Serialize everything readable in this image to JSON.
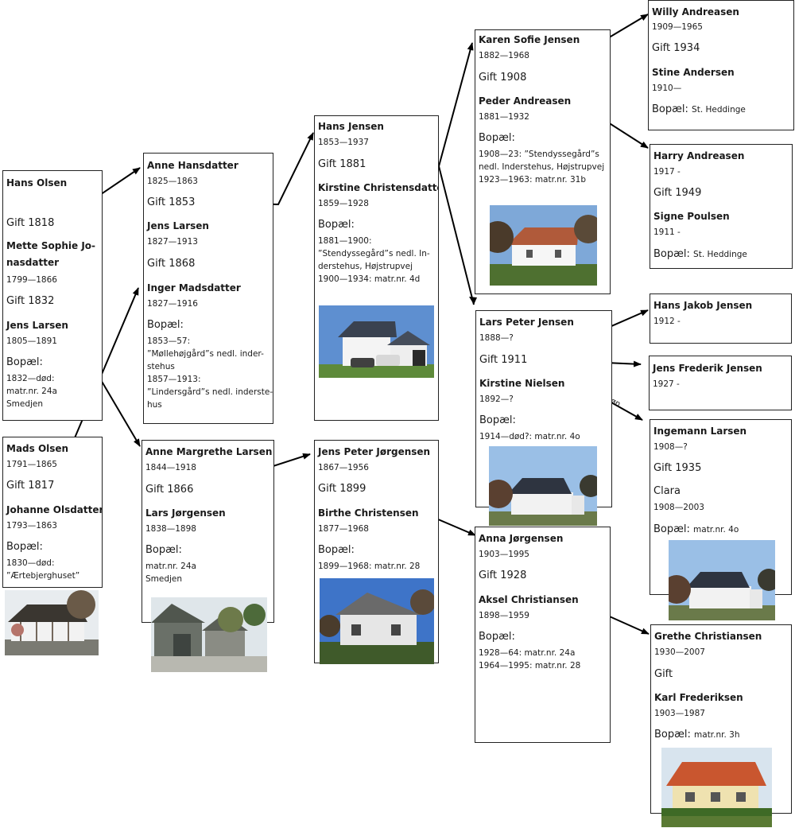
{
  "boxes": {
    "hans_olsen": {
      "p1": "Hans Olsen",
      "gift": "Gift 1818",
      "p2a": "Mette Sophie Jo-",
      "p2b": "nasdatter",
      "p2_dates": "1799—1866",
      "gift2": "Gift 1832",
      "p3": "Jens Larsen",
      "p3_dates": "1805—1891",
      "bopael": "Bopæl:",
      "residence": "1832—død:\nmatr.nr. 24a\nSmedjen"
    },
    "mads_olsen": {
      "p1": "Mads Olsen",
      "p1_dates": "1791—1865",
      "gift": "Gift 1817",
      "p2": "Johanne Olsdatter",
      "p2_dates": "1793—1863",
      "bopael": "Bopæl:",
      "residence": "1830—død:\n”Ærtebjerghuset”"
    },
    "anne_hansdatter": {
      "p1": "Anne Hansdatter",
      "p1_dates": "1825—1863",
      "gift": "Gift 1853",
      "p2": "Jens Larsen",
      "p2_dates": "1827—1913",
      "gift2": "Gift 1868",
      "p3": "Inger Madsdatter",
      "p3_dates": "1827—1916",
      "bopael": "Bopæl:",
      "residence": "1853—57:\n”Møllehøjgård”s nedl. inder-\nstehus\n1857—1913:\n”Lindersgård”s nedl. inderste-\nhus"
    },
    "anne_margrethe": {
      "p1": "Anne Margrethe Larsen",
      "p1_dates": "1844—1918",
      "gift": "Gift 1866",
      "p2": "Lars Jørgensen",
      "p2_dates": "1838—1898",
      "bopael": "Bopæl:",
      "residence": "matr.nr. 24a\nSmedjen"
    },
    "hans_jensen": {
      "p1": "Hans Jensen",
      "p1_dates": "1853—1937",
      "gift": "Gift 1881",
      "p2": "Kirstine Christensdatter",
      "p2_dates": "1859—1928",
      "bopael": "Bopæl:",
      "residence": "1881—1900:\n”Stendyssegård”s nedl. In-\nderstehus, Højstrupvej\n1900—1934: matr.nr. 4d"
    },
    "jens_peter": {
      "p1": "Jens Peter Jørgensen",
      "p1_dates": "1867—1956",
      "gift": "Gift 1899",
      "p2": "Birthe Christensen",
      "p2_dates": "1877—1968",
      "bopael": "Bopæl:",
      "residence": "1899—1968: matr.nr. 28"
    },
    "karen_sofie": {
      "p1": "Karen Sofie Jensen",
      "p1_dates": "1882—1968",
      "gift": "Gift 1908",
      "p2": "Peder Andreasen",
      "p2_dates": "1881—1932",
      "bopael": "Bopæl:",
      "residence": "1908—23: ”Stendyssegård”s\nnedl. Inderstehus, Højstrupvej\n1923—1963: matr.nr. 31b"
    },
    "lars_peter": {
      "p1": "Lars Peter Jensen",
      "p1_dates": "1888—?",
      "gift": "Gift 1911",
      "p2": "Kirstine Nielsen",
      "p2_dates": "1892—?",
      "bopael": "Bopæl:",
      "residence": "1914—død?: matr.nr. 4o"
    },
    "anna_jorgensen": {
      "p1": "Anna Jørgensen",
      "p1_dates": "1903—1995",
      "gift": "Gift 1928",
      "p2": "Aksel Christiansen",
      "p2_dates": "1898—1959",
      "bopael": "Bopæl:",
      "residence": "1928—64: matr.nr. 24a\n1964—1995: matr.nr. 28"
    },
    "willy": {
      "p1": "Willy Andreasen",
      "p1_dates": "1909—1965",
      "gift": "Gift 1934",
      "p2": "Stine Andersen",
      "p2_dates": "1910—",
      "bopael": "Bopæl:",
      "residence": "St. Heddinge"
    },
    "harry": {
      "p1": "Harry Andreasen",
      "p1_dates": "1917 -",
      "gift": "Gift 1949",
      "p2": "Signe Poulsen",
      "p2_dates": "1911 -",
      "bopael": "Bopæl:",
      "residence": "St. Heddinge"
    },
    "hans_jakob": {
      "p1": "Hans Jakob Jensen",
      "p1_dates": "1912 -"
    },
    "jens_frederik": {
      "p1": "Jens Frederik Jensen",
      "p1_dates": "1927 -"
    },
    "ingemann": {
      "p1": "Ingemann Larsen",
      "p1_dates": "1908—?",
      "gift": "Gift 1935",
      "p2": "Clara",
      "p2_dates": "1908—2003",
      "bopael": "Bopæl:",
      "residence": "matr.nr. 4o"
    },
    "grethe": {
      "p1": "Grethe Christiansen",
      "p1_dates": "1930—2007",
      "gift": "Gift",
      "p2": "Karl Frederiksen",
      "p2_dates": "1903—1987",
      "bopael": "Bopæl:",
      "residence": "matr.nr. 3h"
    }
  },
  "annotation": "adoptiv søn",
  "colors": {
    "border": "#222222",
    "sky": "#6f9fd8",
    "roof_dark": "#3b4350",
    "roof_red": "#c9562f",
    "wall": "#f2f2f2",
    "grass": "#5d8a3a"
  }
}
